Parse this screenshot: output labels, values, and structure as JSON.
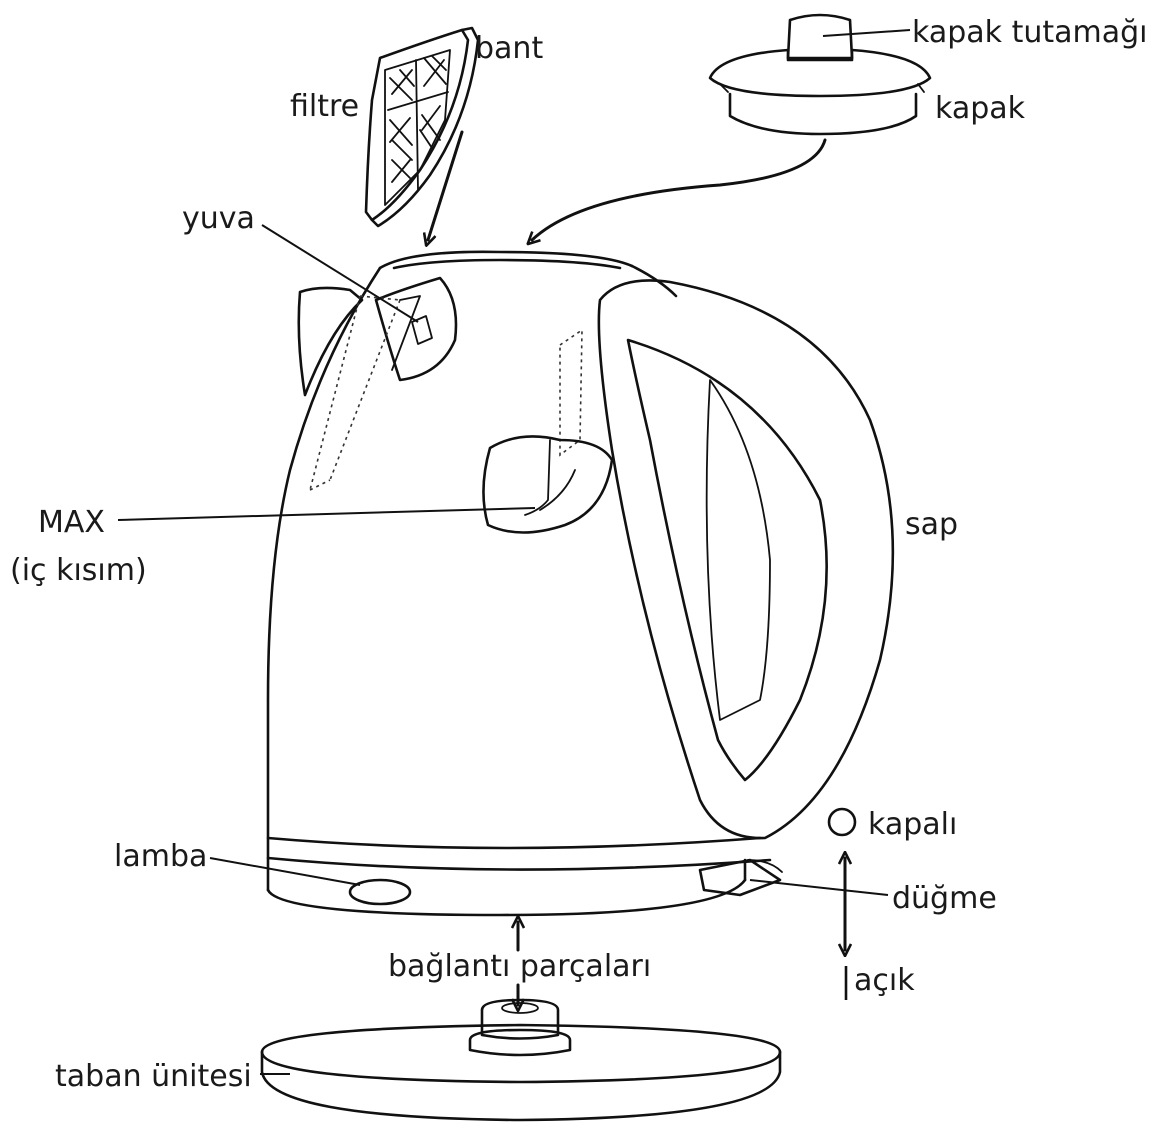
{
  "labels": {
    "bant": "bant",
    "filtre": "filtre",
    "kapak_tutamagi": "kapak tutamağı",
    "kapak": "kapak",
    "yuva": "yuva",
    "max_line1": "MAX",
    "max_line2": "(iç kısım)",
    "sap": "sap",
    "kapali": "kapalı",
    "lamba": "lamba",
    "dugme": "düğme",
    "baglanti": "bağlantı parçaları",
    "acik": "açık",
    "taban": "taban ünitesi"
  },
  "colors": {
    "line": "#111111",
    "background": "#ffffff"
  }
}
